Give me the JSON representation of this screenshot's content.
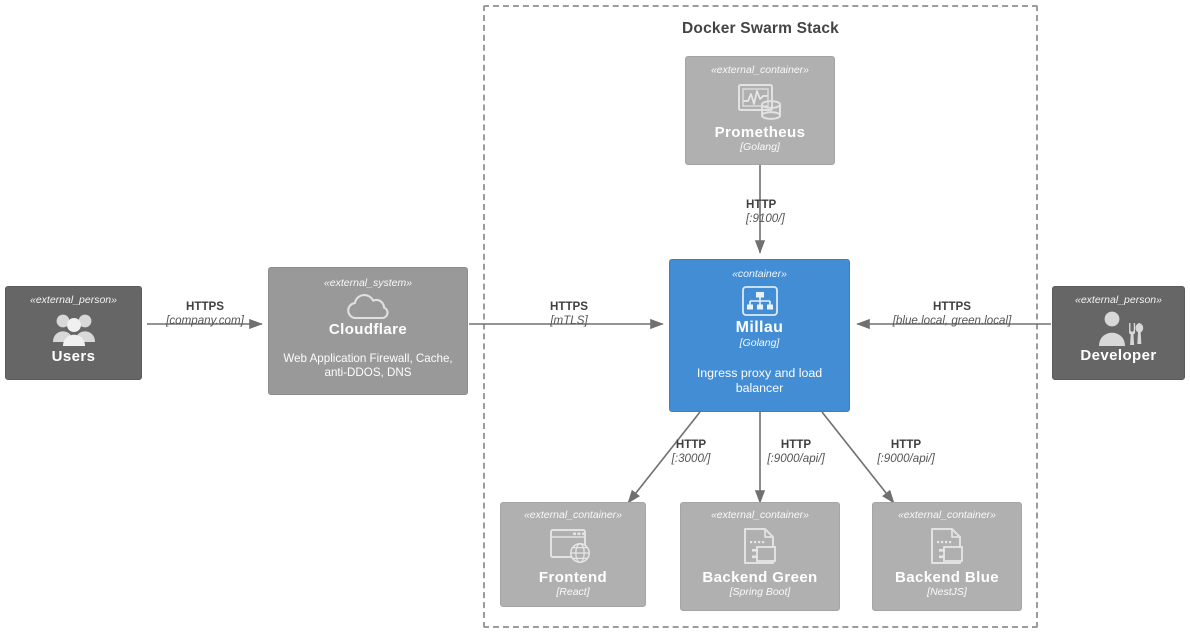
{
  "diagram": {
    "boundary": {
      "label": "Docker Swarm Stack",
      "style": "dashed"
    },
    "colors": {
      "person": "#666666",
      "external_system": "#999999",
      "external_container": "#b0b0b0",
      "container": "#438dd5",
      "edge": "#707070",
      "boundary": "#9c9c9c",
      "background": "#ffffff"
    },
    "nodes": [
      {
        "id": "users",
        "stereotype": "«external_person»",
        "name": "Users",
        "technology": "",
        "description": "",
        "icon": "people-group-icon",
        "kind": "person"
      },
      {
        "id": "cloudflare",
        "stereotype": "«external_system»",
        "name": "Cloudflare",
        "technology": "",
        "description": "Web Application Firewall, Cache, anti-DDOS, DNS",
        "icon": "cloud-icon",
        "kind": "external_system"
      },
      {
        "id": "prometheus",
        "stereotype": "«external_container»",
        "name": "Prometheus",
        "technology": "[Golang]",
        "description": "",
        "icon": "monitoring-database-icon",
        "kind": "external_container"
      },
      {
        "id": "millau",
        "stereotype": "«container»",
        "name": "Millau",
        "technology": "[Golang]",
        "description": "Ingress proxy and load balancer",
        "icon": "load-balancer-icon",
        "kind": "container"
      },
      {
        "id": "developer",
        "stereotype": "«external_person»",
        "name": "Developer",
        "technology": "",
        "description": "",
        "icon": "person-tools-icon",
        "kind": "person"
      },
      {
        "id": "frontend",
        "stereotype": "«external_container»",
        "name": "Frontend",
        "technology": "[React]",
        "description": "",
        "icon": "browser-globe-icon",
        "kind": "external_container"
      },
      {
        "id": "backend-green",
        "stereotype": "«external_container»",
        "name": "Backend Green",
        "technology": "[Spring Boot]",
        "description": "",
        "icon": "component-document-icon",
        "kind": "external_container"
      },
      {
        "id": "backend-blue",
        "stereotype": "«external_container»",
        "name": "Backend Blue",
        "technology": "[NestJS]",
        "description": "",
        "icon": "component-document-icon",
        "kind": "external_container"
      }
    ],
    "edges": [
      {
        "id": "users-cloudflare",
        "from": "users",
        "to": "cloudflare",
        "protocol": "HTTPS",
        "technology": "[company.com]"
      },
      {
        "id": "cloudflare-millau",
        "from": "cloudflare",
        "to": "millau",
        "protocol": "HTTPS",
        "technology": "[mTLS]"
      },
      {
        "id": "prometheus-millau",
        "from": "prometheus",
        "to": "millau",
        "protocol": "HTTP",
        "technology": "[:9100/]"
      },
      {
        "id": "developer-millau",
        "from": "developer",
        "to": "millau",
        "protocol": "HTTPS",
        "technology": "[blue.local, green.local]"
      },
      {
        "id": "millau-frontend",
        "from": "millau",
        "to": "frontend",
        "protocol": "HTTP",
        "technology": "[:3000/]"
      },
      {
        "id": "millau-backend-green",
        "from": "millau",
        "to": "backend-green",
        "protocol": "HTTP",
        "technology": "[:9000/api/]"
      },
      {
        "id": "millau-backend-blue",
        "from": "millau",
        "to": "backend-blue",
        "protocol": "HTTP",
        "technology": "[:9000/api/]"
      }
    ]
  }
}
